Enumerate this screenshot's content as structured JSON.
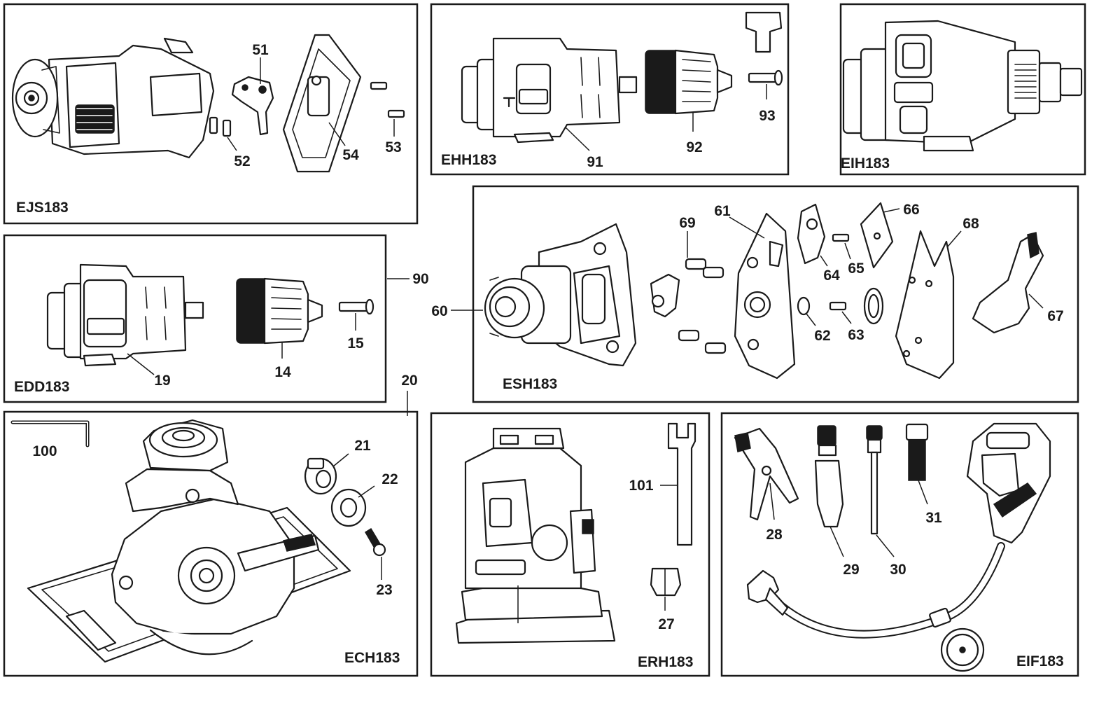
{
  "panels": {
    "ejs": {
      "model": "EJS183",
      "parts": {
        "p51": "51",
        "p52": "52",
        "p53": "53",
        "p54": "54"
      }
    },
    "ehh": {
      "model": "EHH183",
      "parts": {
        "p91": "91",
        "p92": "92",
        "p93": "93"
      }
    },
    "eih": {
      "model": "EIH183"
    },
    "edd": {
      "model": "EDD183",
      "parts": {
        "p19": "19",
        "p14": "14",
        "p15": "15"
      }
    },
    "esh": {
      "model": "ESH183",
      "parts": {
        "p60": "60",
        "p61": "61",
        "p62": "62",
        "p63": "63",
        "p64": "64",
        "p65": "65",
        "p66": "66",
        "p67": "67",
        "p68": "68",
        "p69": "69"
      }
    },
    "ech": {
      "model": "ECH183",
      "parts": {
        "p100": "100",
        "p21": "21",
        "p22": "22",
        "p23": "23"
      }
    },
    "erh": {
      "model": "ERH183",
      "parts": {
        "p101": "101",
        "p27": "27"
      }
    },
    "eif": {
      "model": "EIF183",
      "parts": {
        "p28": "28",
        "p29": "29",
        "p30": "30",
        "p31": "31"
      }
    }
  },
  "shared": {
    "p90": "90",
    "p20": "20"
  }
}
